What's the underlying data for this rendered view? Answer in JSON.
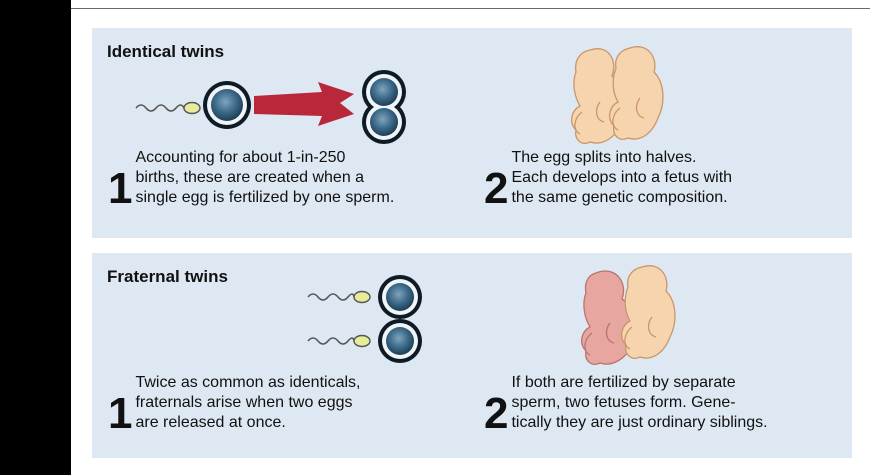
{
  "identical": {
    "title": "Identical twins",
    "step1": {
      "number": "1",
      "lines": [
        "Accounting for about 1-in-250",
        "births, these are created when a",
        "single egg is fertilized by one sperm."
      ]
    },
    "step2": {
      "number": "2",
      "lines": [
        "The egg splits into halves.",
        "Each develops into a fetus with",
        "the same genetic composition."
      ]
    }
  },
  "fraternal": {
    "title": "Fraternal twins",
    "step1": {
      "number": "1",
      "lines": [
        "Twice as common as identicals,",
        "fraternals arise when two eggs",
        "are released at once."
      ]
    },
    "step2": {
      "number": "2",
      "lines": [
        "If both are fertilized by separate",
        "sperm, two fetuses form. Gene-",
        "tically they are just ordinary siblings."
      ]
    }
  },
  "colors": {
    "panel_bg": "#dee8f2",
    "arrow": "#b8283a",
    "egg_core": "#3d6b8a",
    "fetus_light": "#f6d4ad",
    "fetus_pink": "#e7a6a0"
  }
}
